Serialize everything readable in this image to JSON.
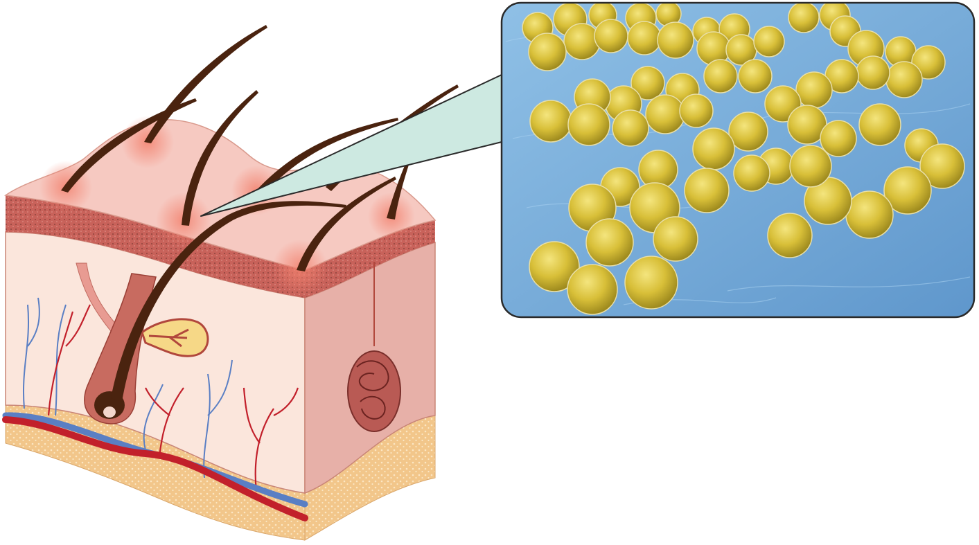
{
  "illustration": {
    "subject": "skin-cross-section-with-bacteria-magnification",
    "panels": [
      {
        "id": "skin-block",
        "icon": "skin-layers-icon"
      },
      {
        "id": "callout",
        "icon": "magnifier-callout-icon"
      },
      {
        "id": "bacteria-panel",
        "icon": "cocci-bacteria-icon"
      }
    ]
  },
  "colors": {
    "epidermis_top": "#f6c7bf",
    "epidermis_side": "#f9dcd3",
    "dermis_front": "#fbe6dc",
    "dermis_side": "#e9b1aa",
    "papillary_band": "#c9675f",
    "fat_layer": "#f3c98a",
    "hair": "#4a230f",
    "artery": "#c2202b",
    "vein": "#5a7fc4",
    "callout_fill": "#cde9e1",
    "background_blue": "#7fb2dc",
    "coccus_yellow": "#d9c239"
  }
}
